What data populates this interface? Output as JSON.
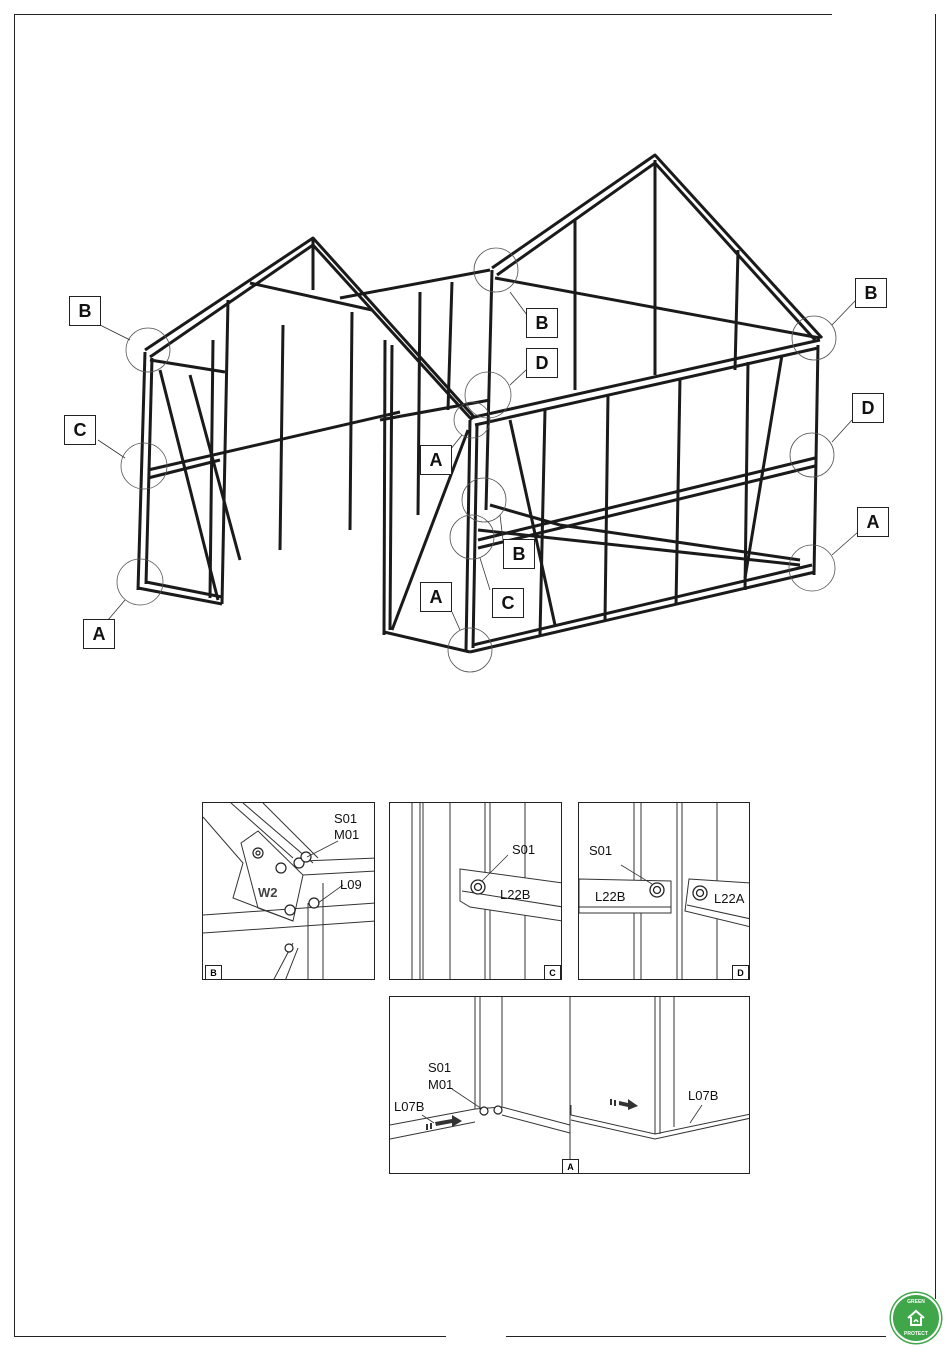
{
  "main_diagram": {
    "labels": {
      "b_left": "B",
      "c_left": "C",
      "a_left": "A",
      "b_center": "B",
      "d_center": "D",
      "a_center": "A",
      "b_lower": "B",
      "c_lower": "C",
      "a_lower": "A",
      "b_right": "B",
      "d_right": "D",
      "a_right": "A"
    }
  },
  "details": {
    "b": {
      "tag": "B",
      "s01": "S01",
      "m01": "M01",
      "l09": "L09",
      "w2": "W2"
    },
    "c": {
      "tag": "C",
      "s01": "S01",
      "l22b": "L22B"
    },
    "d": {
      "tag": "D",
      "s01": "S01",
      "l22b": "L22B",
      "l22a": "L22A"
    },
    "a": {
      "tag": "A",
      "s01": "S01",
      "m01": "M01",
      "l07b_left": "L07B",
      "l07b_right": "L07B"
    }
  },
  "logo": {
    "top_text": "GREEN",
    "bottom_text": "PROTECT",
    "color": "#3fa64a"
  }
}
